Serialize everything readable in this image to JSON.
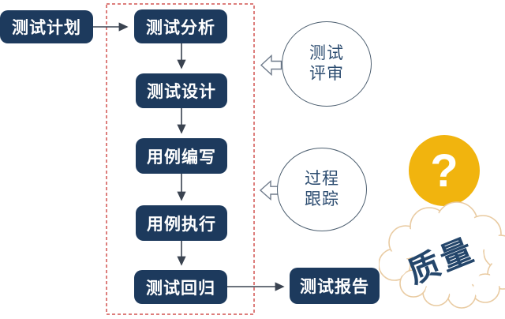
{
  "diagram": {
    "title_implicit": "software-testing-process-flow",
    "flow_boxes": [
      {
        "id": "test-plan",
        "label": "测试计划"
      },
      {
        "id": "test-analysis",
        "label": "测试分析"
      },
      {
        "id": "test-design",
        "label": "测试设计"
      },
      {
        "id": "case-writing",
        "label": "用例编写"
      },
      {
        "id": "case-execution",
        "label": "用例执行"
      },
      {
        "id": "test-regression",
        "label": "测试回归"
      },
      {
        "id": "test-report",
        "label": "测试报告"
      }
    ],
    "side_circles": [
      {
        "id": "test-review",
        "line1": "测试",
        "line2": "评审"
      },
      {
        "id": "process-tracking",
        "line1": "过程",
        "line2": "跟踪"
      }
    ],
    "question_mark": "?",
    "cloud_label": "质量",
    "colors": {
      "box_fill": "#1d3a5d",
      "box_text": "#ffffff",
      "frame_dash": "#d25350",
      "connector": "#3a4350",
      "circle_stroke": "#4d5f70",
      "circle_text": "#2d4d71",
      "question_circle_fill": "#f1b40e",
      "question_mark_color": "#ffffff",
      "cloud_stroke": "#e9cba2",
      "cloud_text": "#24466b"
    }
  }
}
